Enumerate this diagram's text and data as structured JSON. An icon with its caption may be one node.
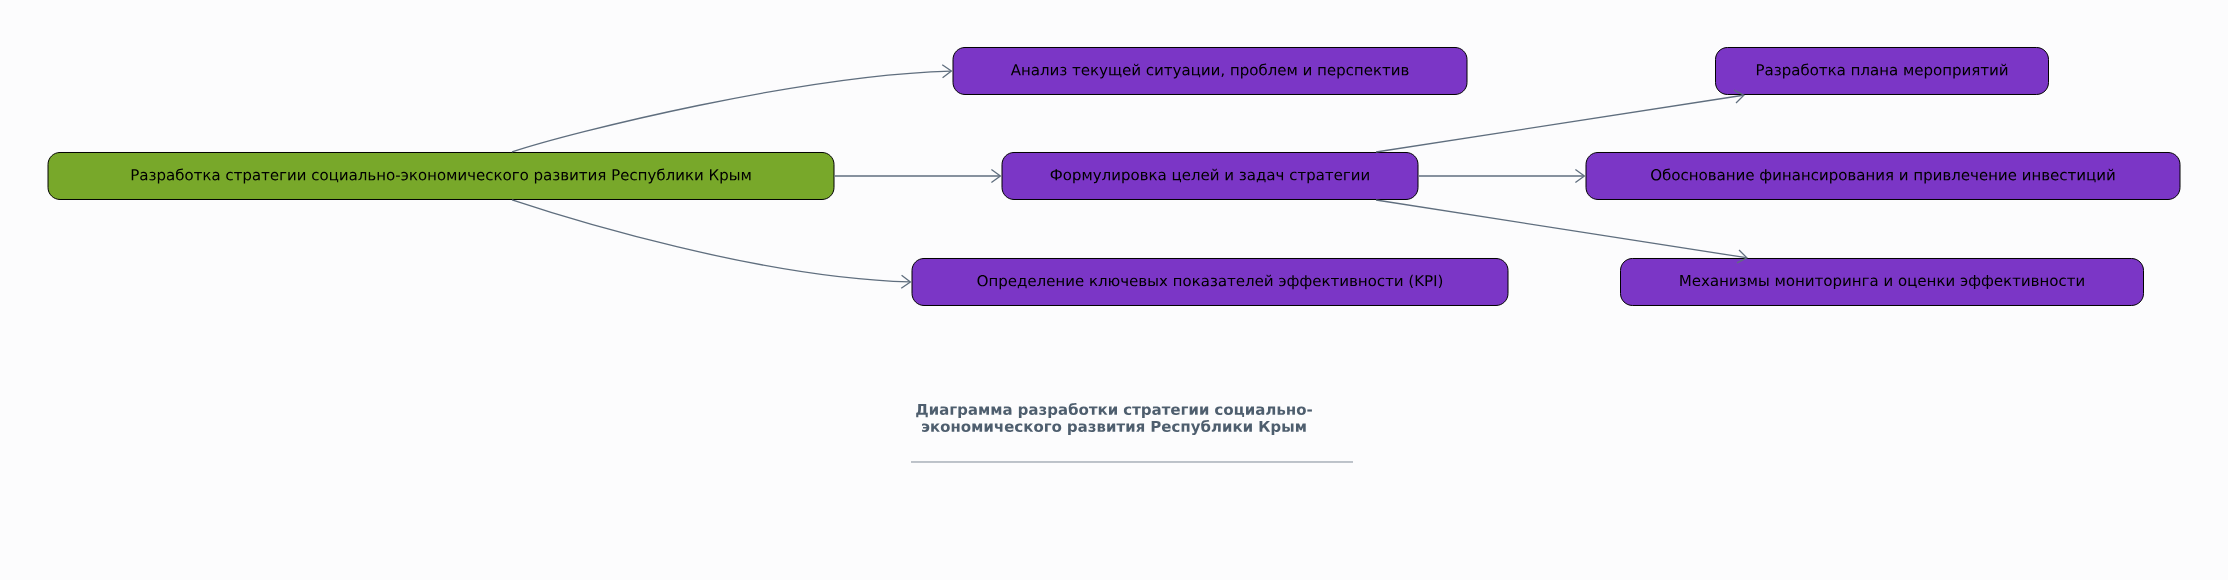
{
  "diagram": {
    "title": "Диаграмма разработки стратегии социально-экономического развития Республики Крым",
    "nodes": [
      {
        "text": [
          "Разработка стратегии социально-экономического развития Республики Крым"
        ]
      },
      {
        "text": [
          "Анализ текущей ситуации, проблем и перспектив"
        ]
      },
      {
        "text": [
          "Формулировка целей и задач стратегии"
        ]
      },
      {
        "text": [
          "Определение ключевых показателей эффективности (KPI)"
        ]
      },
      {
        "text": [
          "Разработка плана мероприятий"
        ]
      },
      {
        "text": [
          "Обоснование финансирования и привлечение инвестиций"
        ]
      },
      {
        "text": [
          "Механизмы мониторинга и оценки эффективности"
        ]
      }
    ],
    "edges": [
      {
        "from": 0,
        "to": 1,
        "arrow": "to"
      },
      {
        "from": 0,
        "to": 2,
        "arrow": "to"
      },
      {
        "from": 0,
        "to": 3,
        "arrow": "to"
      },
      {
        "from": 2,
        "to": 4,
        "arrow": "to"
      },
      {
        "from": 2,
        "to": 5,
        "arrow": "to"
      },
      {
        "from": 2,
        "to": 6,
        "arrow": "to"
      }
    ]
  }
}
